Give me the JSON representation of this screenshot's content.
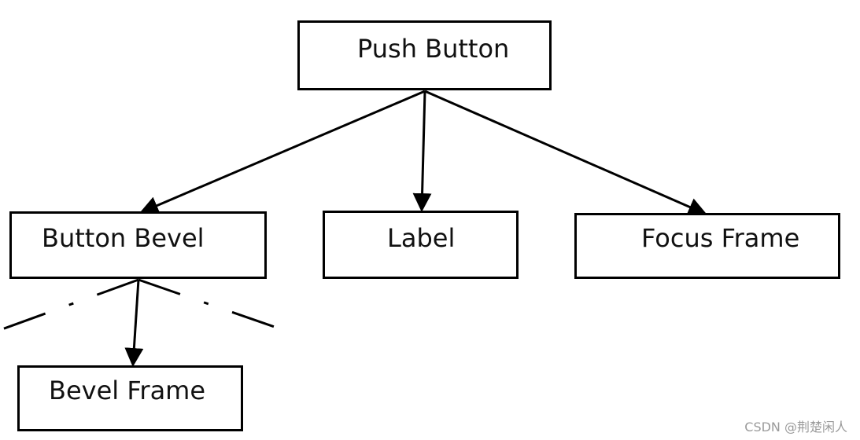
{
  "nodes": {
    "push_button": "Push Button",
    "button_bevel": "Button Bevel",
    "label": "Label",
    "focus_frame": "Focus Frame",
    "bevel_frame": "Bevel Frame"
  },
  "watermark": "CSDN @荆楚闲人",
  "colors": {
    "line": "#000000",
    "text": "#111111",
    "background": "#ffffff",
    "watermark": "#9a9a9a"
  }
}
